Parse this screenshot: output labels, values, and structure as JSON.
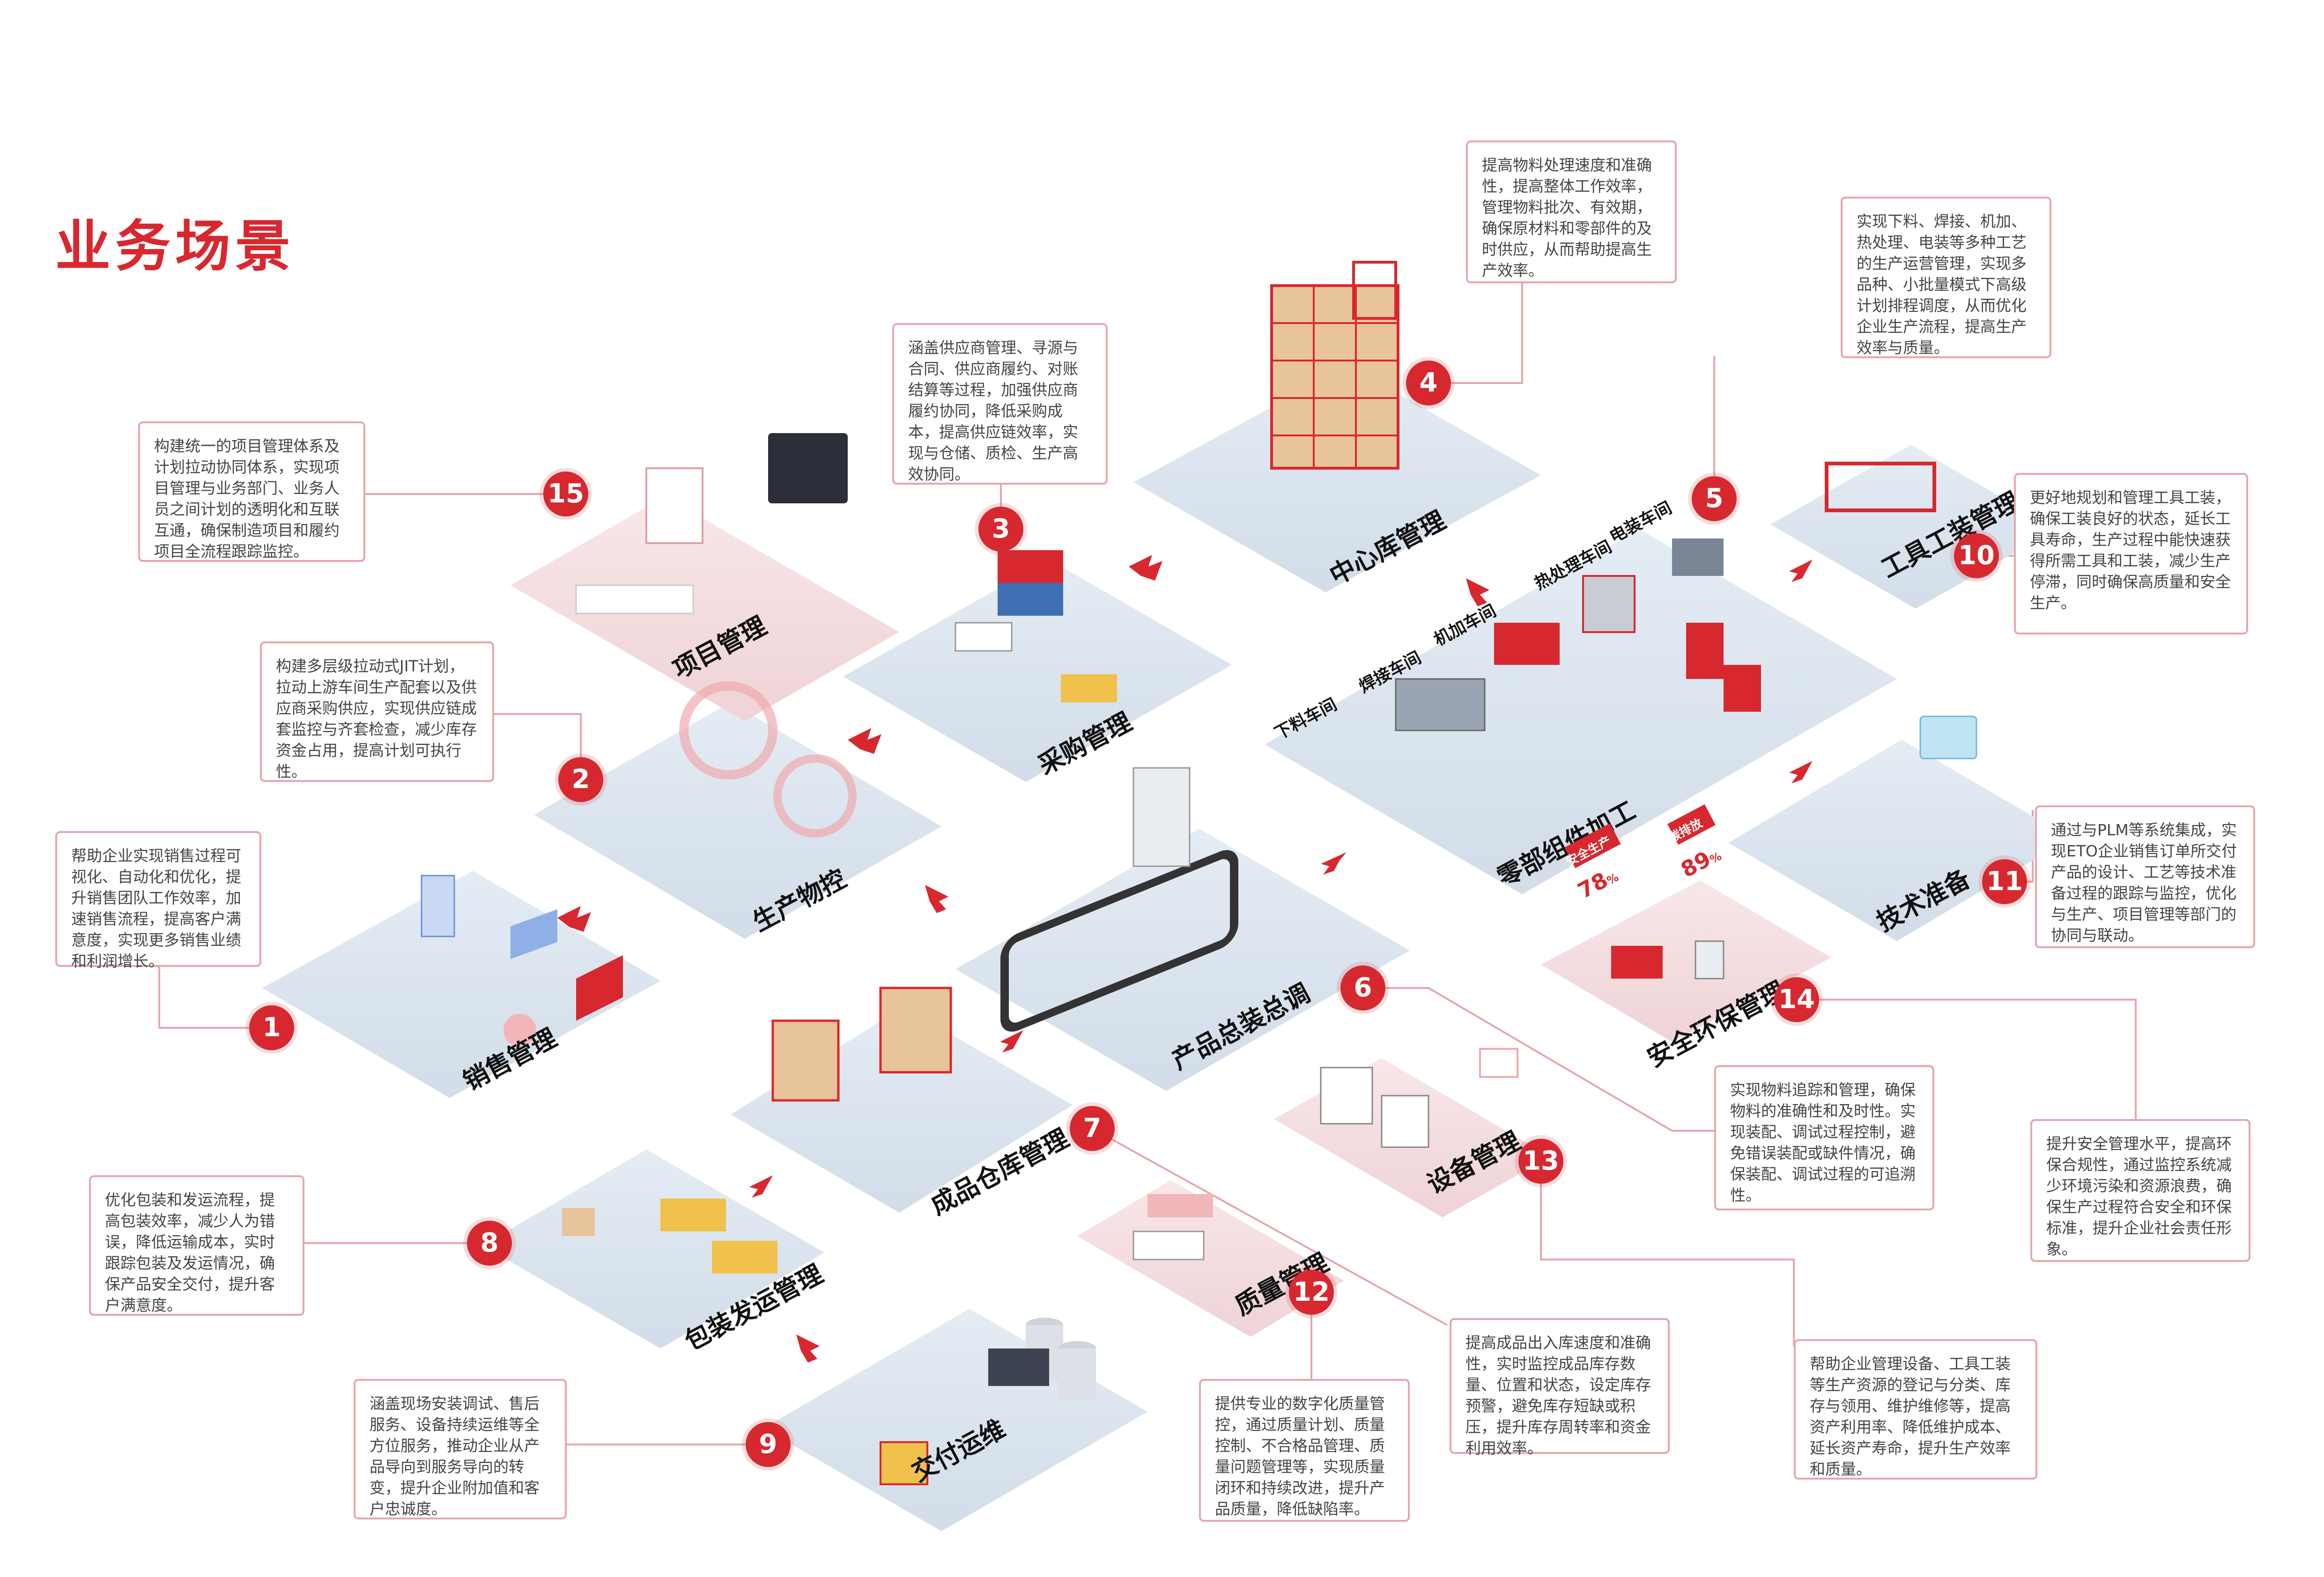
{
  "page_title": "业务场景",
  "colors": {
    "accent": "#d7282f",
    "platform": "#dfe8f1",
    "platform_pink": "#f6e4e6",
    "connector": "#e7a6aa"
  },
  "scenes": [
    {
      "num": "1",
      "label": "销售管理",
      "desc": "帮助企业实现销售过程可视化、自动化和优化，提升销售团队工作效率，加速销售流程，提高客户满意度，实现更多销售业绩和利润增长。"
    },
    {
      "num": "2",
      "label": "生产物控",
      "desc": "构建多层级拉动式JIT计划，拉动上游车间生产配套以及供应商采购供应，实现供应链成套监控与齐套检查，减少库存资金占用，提高计划可执行性。"
    },
    {
      "num": "3",
      "label": "采购管理",
      "desc": "涵盖供应商管理、寻源与合同、供应商履约、对账结算等过程，加强供应商履约协同，降低采购成本，提高供应链效率，实现与仓储、质检、生产高效协同。"
    },
    {
      "num": "4",
      "label": "中心库管理",
      "desc": "提高物料处理速度和准确性，提高整体工作效率，管理物料批次、有效期，确保原材料和零部件的及时供应，从而帮助提高生产效率。"
    },
    {
      "num": "5",
      "label": "零部组件加工",
      "desc": "实现下料、焊接、机加、热处理、电装等多种工艺的生产运营管理，实现多品种、小批量模式下高级计划排程调度，从而优化企业生产流程，提高生产效率与质量。"
    },
    {
      "num": "6",
      "label": "产品总装总调",
      "desc": "实现物料追踪和管理，确保物料的准确性和及时性。实现装配、调试过程控制，避免错误装配或缺件情况，确保装配、调试过程的可追溯性。"
    },
    {
      "num": "7",
      "label": "成品仓库管理",
      "desc": "提高成品出入库速度和准确性，实时监控成品库存数量、位置和状态，设定库存预警，避免库存短缺或积压，提升库存周转率和资金利用效率。"
    },
    {
      "num": "8",
      "label": "包装发运管理",
      "desc": "优化包装和发运流程，提高包装效率，减少人为错误，降低运输成本，实时跟踪包装及发运情况，确保产品安全交付，提升客户满意度。"
    },
    {
      "num": "9",
      "label": "交付运维",
      "desc": "涵盖现场安装调试、售后服务、设备持续运维等全方位服务，推动企业从产品导向到服务导向的转变，提升企业附加值和客户忠诚度。"
    },
    {
      "num": "10",
      "label": "工具工装管理",
      "desc": "更好地规划和管理工具工装，确保工装良好的状态，延长工具寿命，生产过程中能快速获得所需工具和工装，减少生产停滞，同时确保高质量和安全生产。"
    },
    {
      "num": "11",
      "label": "技术准备",
      "desc": "通过与PLM等系统集成，实现ETO企业销售订单所交付产品的设计、工艺等技术准备过程的跟踪与监控，优化与生产、项目管理等部门的协同与联动。"
    },
    {
      "num": "12",
      "label": "质量管理",
      "desc": "提供专业的数字化质量管控，通过质量计划、质量控制、不合格品管理、质量问题管理等，实现质量闭环和持续改进，提升产品质量，降低缺陷率。"
    },
    {
      "num": "13",
      "label": "设备管理",
      "desc": "帮助企业管理设备、工具工装等生产资源的登记与分类、库存与领用、维护维修等，提高资产利用率、降低维护成本、延长资产寿命，提升生产效率和质量。"
    },
    {
      "num": "14",
      "label": "安全环保管理",
      "desc": "提升安全管理水平，提高环保合规性，通过监控系统减少环境污染和资源浪费，确保生产过程符合安全和环保标准，提升企业社会责任形象。"
    },
    {
      "num": "15",
      "label": "项目管理",
      "desc": "构建统一的项目管理体系及计划拉动协同体系，实现项目管理与业务部门、业务人员之间计划的透明化和互联互通，确保制造项目和履约项目全流程跟踪监控。"
    }
  ],
  "workshops": [
    "下料车间",
    "焊接车间",
    "机加车间",
    "热处理车间",
    "电装车间"
  ],
  "safety_gauges": [
    {
      "label": "安全生产",
      "value": "78",
      "unit": "%"
    },
    {
      "label": "碳排放",
      "value": "89",
      "unit": "%"
    }
  ]
}
